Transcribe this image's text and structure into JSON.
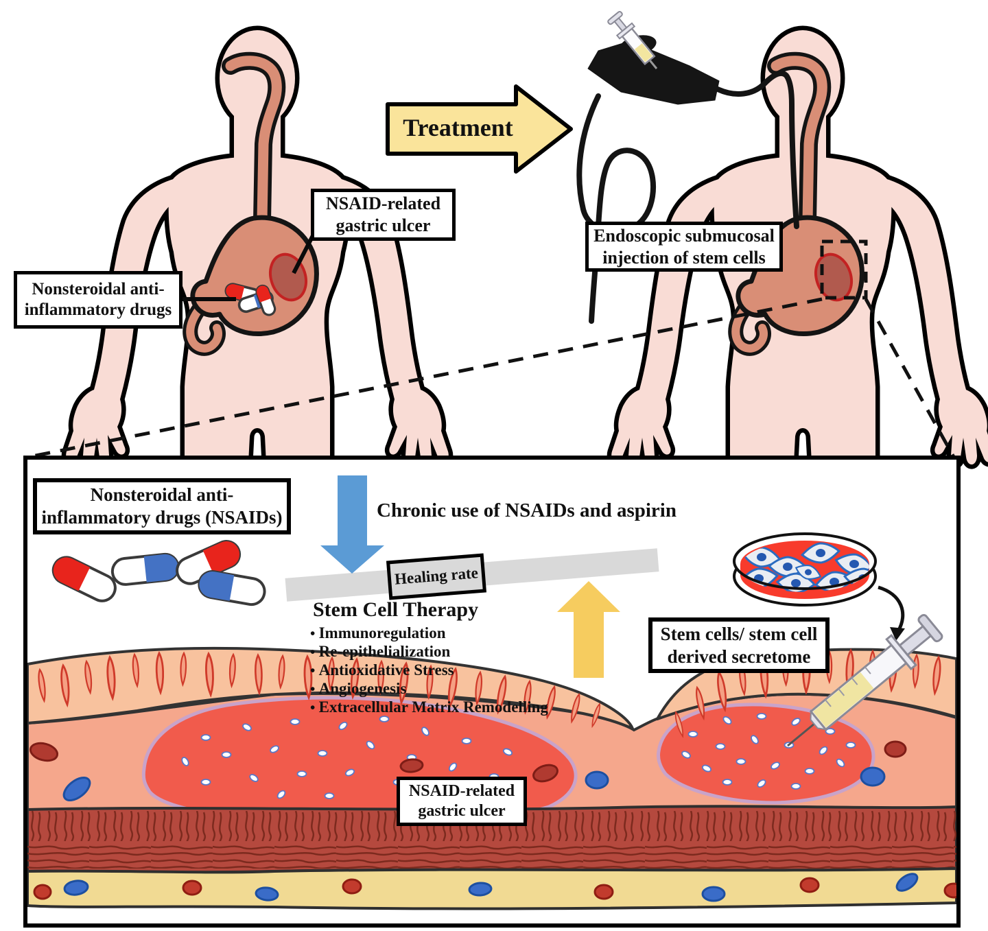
{
  "figure": {
    "treatment_arrow_label": "Treatment",
    "labels": {
      "left_ulcer_line1": "NSAID-related",
      "left_ulcer_line2": "gastric ulcer",
      "left_nsaid_line1": "Nonsteroidal anti-",
      "left_nsaid_line2": "inflammatory drugs",
      "endoscopic_line1": "Endoscopic submucosal",
      "endoscopic_line2": "injection of stem cells"
    }
  },
  "panel": {
    "nsaids_box_line1": "Nonsteroidal anti-",
    "nsaids_box_line2": "inflammatory drugs (NSAIDs)",
    "chronic_use_text": "Chronic use of NSAIDs and aspirin",
    "healing_rate_label": "Healing rate",
    "stem_cell_therapy": {
      "title": "Stem Cell Therapy",
      "bullets": [
        "Immunoregulation",
        "Re-epithelialization",
        "Antioxidative Stress",
        "Angiogenesis",
        "Extracellular Matrix Remodelling"
      ]
    },
    "stem_cells_box_line1": "Stem cells/ stem cell",
    "stem_cells_box_line2": "derived secretome",
    "ulcer_box_line1": "NSAID-related",
    "ulcer_box_line2": "gastric ulcer"
  },
  "colors": {
    "skin": "#f9dcd5",
    "organ_salmon": "#d98e76",
    "stomach_ulcer": "#b15a4e",
    "ulcer_border_red": "#c32222",
    "treatment_arrow_fill": "#fae49b",
    "down_arrow_blue": "#5b9bd5",
    "up_arrow_yellow": "#f6cc5f",
    "seesaw_gray": "#d9d9d9",
    "pill_red": "#e8241c",
    "pill_blue": "#4472c4",
    "petri_medium_red": "#f83b2c",
    "cell_nucleus_blue": "#2458b0",
    "mucosa_peach": "#f8c29e",
    "villi_red": "#cf3a2a",
    "submucosa_salmon": "#f5a78c",
    "tissue_ulcer_red": "#f15b4c",
    "ulcer_rim_purple": "#c9a3c9",
    "muscle_dark_red": "#b5493e",
    "serosa_yellow": "#f1da93",
    "blood_cell_dark_red": "#b03a30",
    "blood_cell_blue": "#3a6cc8"
  }
}
